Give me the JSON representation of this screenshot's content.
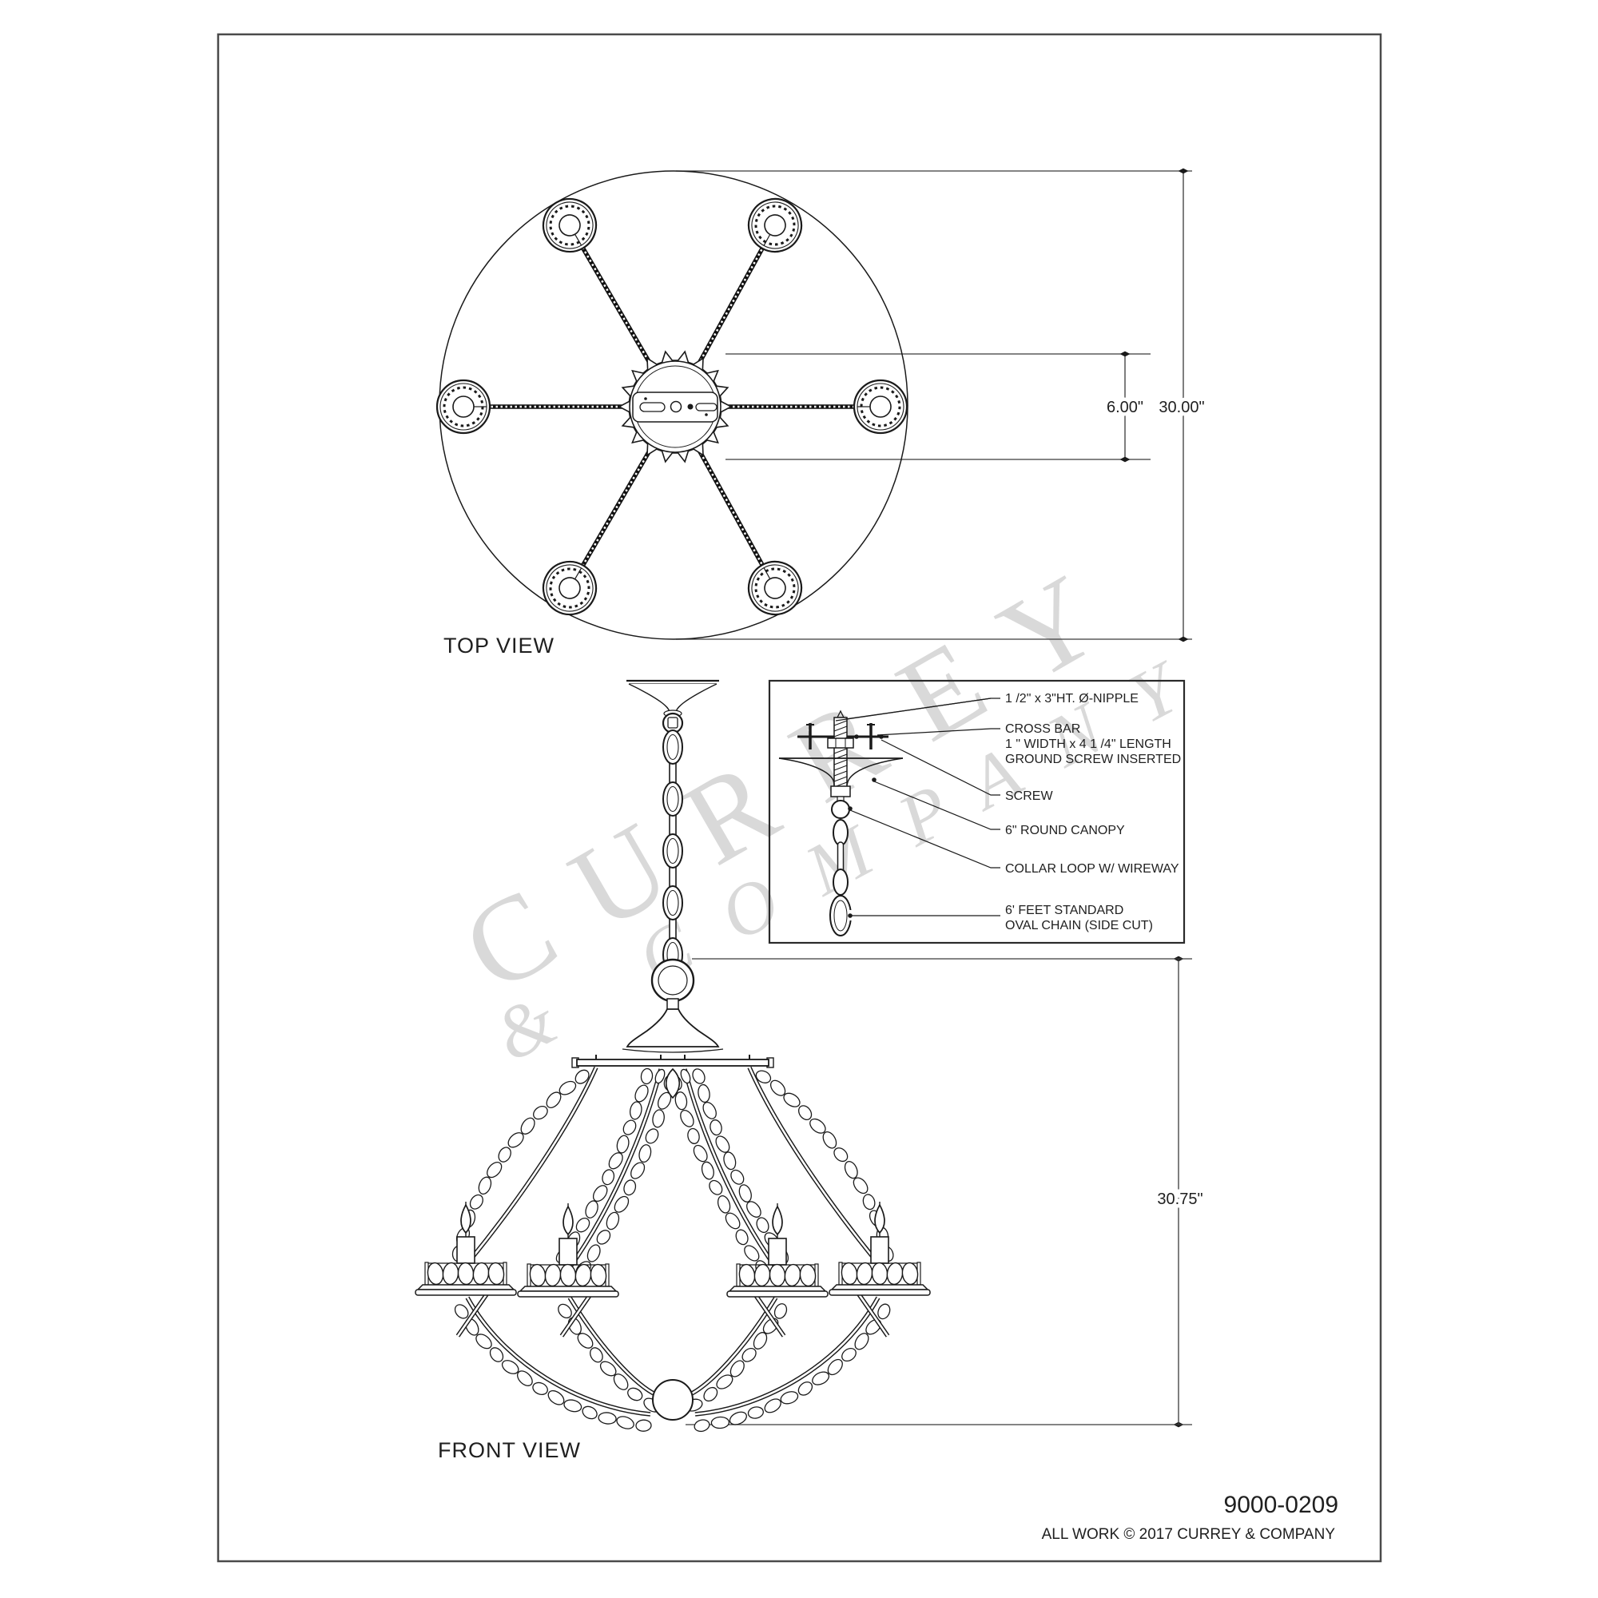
{
  "sheet": {
    "part_number": "9000-0209",
    "copyright": "ALL WORK © 2017 CURREY & COMPANY"
  },
  "watermark": {
    "line1": "CURREY",
    "line2": "& COMPANY",
    "color": "#d9d9d9"
  },
  "top_view": {
    "label": "TOP VIEW",
    "dim_hub": "6.00\"",
    "dim_diameter": "30.00\""
  },
  "front_view": {
    "label": "FRONT VIEW",
    "dim_height": "30.75\""
  },
  "detail_inset": {
    "callouts": [
      {
        "lines": [
          "1 /2\" x 3\"HT. Ø-NIPPLE"
        ]
      },
      {
        "lines": [
          "CROSS BAR",
          "1 \" WIDTH x 4 1 /4\" LENGTH",
          "GROUND SCREW INSERTED"
        ]
      },
      {
        "lines": [
          "SCREW"
        ]
      },
      {
        "lines": [
          "6\" ROUND CANOPY"
        ]
      },
      {
        "lines": [
          "COLLAR LOOP W/ WIREWAY"
        ]
      },
      {
        "lines": [
          "6' FEET STANDARD",
          "OVAL CHAIN (SIDE CUT)"
        ]
      }
    ]
  },
  "colors": {
    "line": "#1a1a1a",
    "dim": "#3a3a3a",
    "border": "#4a4a4a"
  }
}
